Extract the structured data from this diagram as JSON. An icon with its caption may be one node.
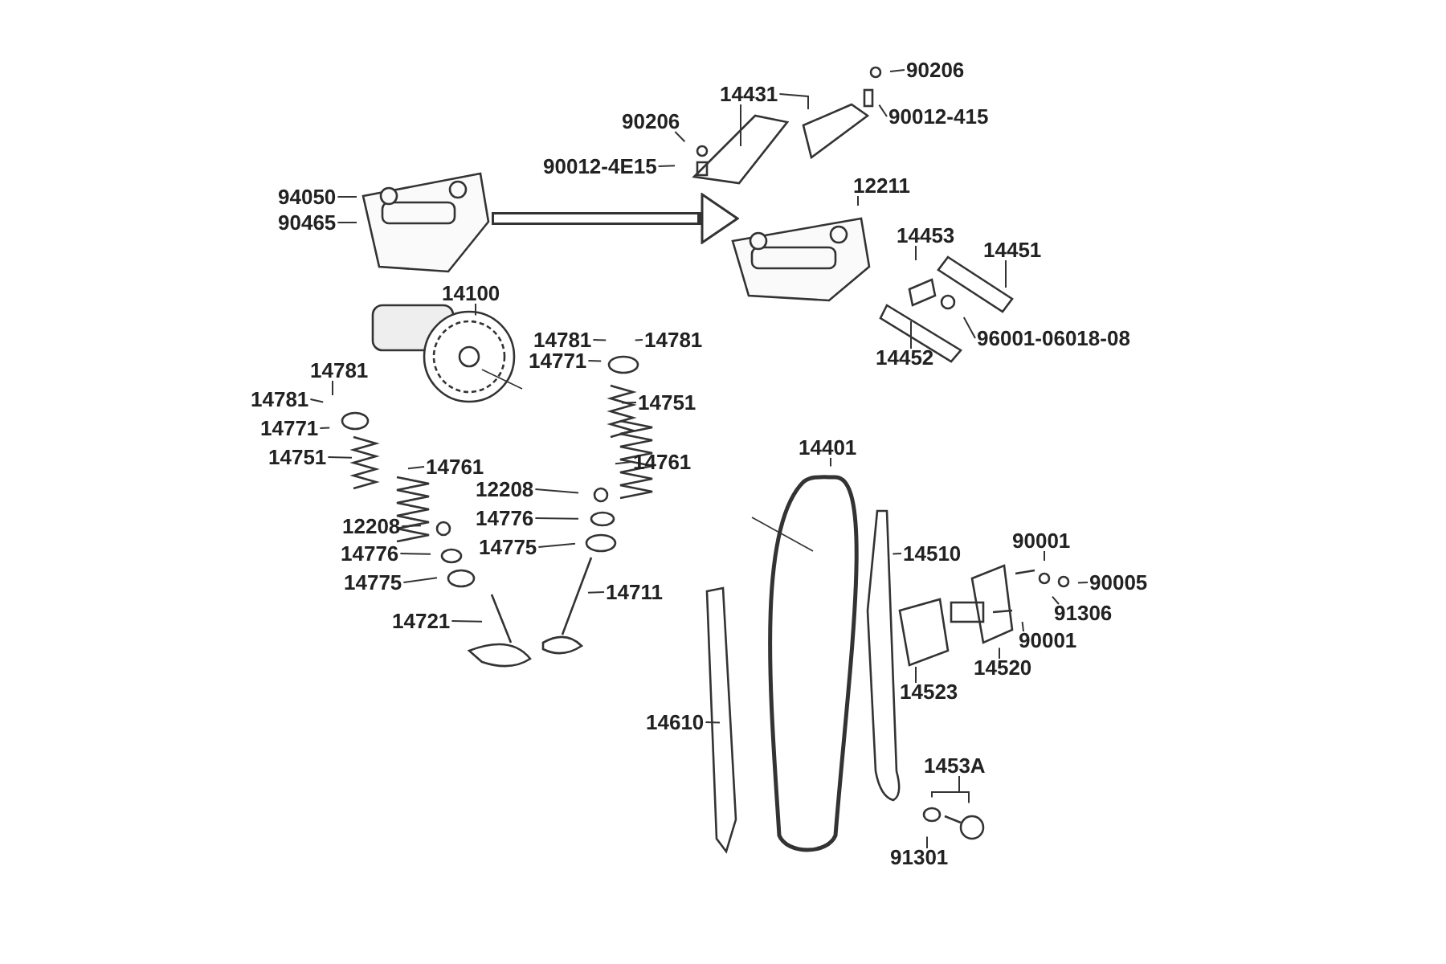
{
  "diagram": {
    "nodes": [
      {
        "text": [
          "94050"
        ]
      },
      {
        "text": [
          "90465"
        ]
      },
      {
        "text": [
          "90206"
        ]
      },
      {
        "text": [
          "90012-4E15"
        ]
      },
      {
        "text": [
          "14431"
        ]
      },
      {
        "text": [
          "90206"
        ]
      },
      {
        "text": [
          "90012-415"
        ]
      },
      {
        "text": [
          "12211"
        ]
      },
      {
        "text": [
          "14453"
        ]
      },
      {
        "text": [
          "14451"
        ]
      },
      {
        "text": [
          "96001-06018-08"
        ]
      },
      {
        "text": [
          "14452"
        ]
      },
      {
        "text": [
          "14100"
        ]
      },
      {
        "text": [
          "14781"
        ]
      },
      {
        "text": [
          "14781"
        ]
      },
      {
        "text": [
          "14771"
        ]
      },
      {
        "text": [
          "14781"
        ]
      },
      {
        "text": [
          "14781"
        ]
      },
      {
        "text": [
          "14771"
        ]
      },
      {
        "text": [
          "14751"
        ]
      },
      {
        "text": [
          "14761"
        ]
      },
      {
        "text": [
          "14751"
        ]
      },
      {
        "text": [
          "14761"
        ]
      },
      {
        "text": [
          "12208"
        ]
      },
      {
        "text": [
          "14776"
        ]
      },
      {
        "text": [
          "14775"
        ]
      },
      {
        "text": [
          "12208"
        ]
      },
      {
        "text": [
          "14776"
        ]
      },
      {
        "text": [
          "14775"
        ]
      },
      {
        "text": [
          "14721"
        ]
      },
      {
        "text": [
          "14711"
        ]
      },
      {
        "text": [
          "14401"
        ]
      },
      {
        "text": [
          "14510"
        ]
      },
      {
        "text": [
          "90001"
        ]
      },
      {
        "text": [
          "90005"
        ]
      },
      {
        "text": [
          "91306"
        ]
      },
      {
        "text": [
          "90001"
        ]
      },
      {
        "text": [
          "14523"
        ]
      },
      {
        "text": [
          "14520"
        ]
      },
      {
        "text": [
          "1453A"
        ]
      },
      {
        "text": [
          "91301"
        ]
      },
      {
        "text": [
          "14610"
        ]
      },
      {
        "text": [],
        "shape": "picture"
      },
      {
        "text": [],
        "shape": "picture"
      }
    ],
    "edges": [
      {
        "from": 0,
        "to": 42,
        "arrow": "none"
      },
      {
        "from": 1,
        "to": 42,
        "arrow": "none"
      },
      {
        "from": 2,
        "to": null,
        "arrow": "none"
      },
      {
        "from": 3,
        "to": null,
        "arrow": "none"
      },
      {
        "from": 4,
        "to": null,
        "arrow": "none"
      },
      {
        "from": 4,
        "to": null,
        "arrow": "none"
      },
      {
        "from": 5,
        "to": null,
        "arrow": "none"
      },
      {
        "from": 6,
        "to": null,
        "arrow": "none"
      },
      {
        "from": 7,
        "to": 43,
        "arrow": "none"
      },
      {
        "from": 8,
        "to": null,
        "arrow": "none"
      },
      {
        "from": 9,
        "to": null,
        "arrow": "none"
      },
      {
        "from": 10,
        "to": null,
        "arrow": "none"
      },
      {
        "from": 11,
        "to": null,
        "arrow": "none"
      },
      {
        "from": 12,
        "to": null,
        "arrow": "none"
      },
      {
        "from": 13,
        "to": null,
        "arrow": "none"
      },
      {
        "from": 14,
        "to": null,
        "arrow": "none"
      },
      {
        "from": 15,
        "to": null,
        "arrow": "none"
      },
      {
        "from": 16,
        "to": null,
        "arrow": "none"
      },
      {
        "from": 17,
        "to": null,
        "arrow": "none"
      },
      {
        "from": 18,
        "to": null,
        "arrow": "none"
      },
      {
        "from": 19,
        "to": null,
        "arrow": "none"
      },
      {
        "from": 20,
        "to": null,
        "arrow": "none"
      },
      {
        "from": 21,
        "to": null,
        "arrow": "none"
      },
      {
        "from": 22,
        "to": null,
        "arrow": "none"
      },
      {
        "from": 23,
        "to": null,
        "arrow": "none"
      },
      {
        "from": 24,
        "to": null,
        "arrow": "none"
      },
      {
        "from": 25,
        "to": null,
        "arrow": "none"
      },
      {
        "from": 26,
        "to": null,
        "arrow": "none"
      },
      {
        "from": 27,
        "to": null,
        "arrow": "none"
      },
      {
        "from": 28,
        "to": null,
        "arrow": "none"
      },
      {
        "from": 29,
        "to": null,
        "arrow": "none"
      },
      {
        "from": 30,
        "to": null,
        "arrow": "none"
      },
      {
        "from": 31,
        "to": null,
        "arrow": "none"
      },
      {
        "from": 32,
        "to": null,
        "arrow": "none"
      },
      {
        "from": 33,
        "to": null,
        "arrow": "none"
      },
      {
        "from": 34,
        "to": null,
        "arrow": "none"
      },
      {
        "from": 35,
        "to": null,
        "arrow": "none"
      },
      {
        "from": 36,
        "to": null,
        "arrow": "none"
      },
      {
        "from": 37,
        "to": null,
        "arrow": "none"
      },
      {
        "from": 38,
        "to": null,
        "arrow": "none"
      },
      {
        "from": 39,
        "to": null,
        "arrow": "none"
      },
      {
        "from": 39,
        "to": null,
        "arrow": "none"
      },
      {
        "from": 40,
        "to": null,
        "arrow": "none"
      },
      {
        "from": 41,
        "to": null,
        "arrow": "none"
      },
      {
        "from": 42,
        "to": 43,
        "arrow": "to",
        "style": "thick"
      }
    ]
  }
}
